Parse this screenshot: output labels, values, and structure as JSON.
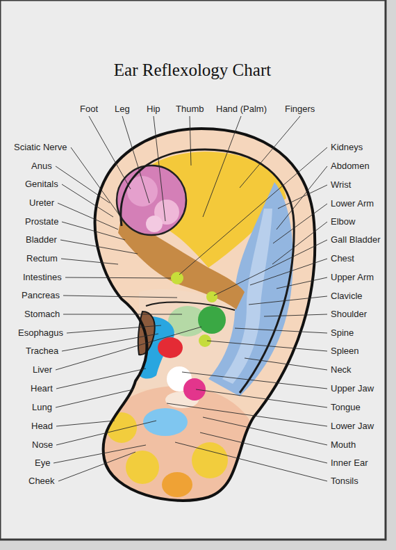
{
  "diagram": {
    "title": "Ear Reflexology Chart",
    "labels": [
      "Foot",
      "Leg",
      "Hip",
      "Thumb",
      "Hand (Palm)",
      "Fingers",
      "Sciatic Nerve",
      "Anus",
      "Genitals",
      "Ureter",
      "Prostate",
      "Bladder",
      "Rectum",
      "Intestines",
      "Pancreas",
      "Stomach",
      "Esophagus",
      "Trachea",
      "Liver",
      "Heart",
      "Lung",
      "Head",
      "Nose",
      "Eye",
      "Cheek",
      "Kidneys",
      "Abdomen",
      "Wrist",
      "Lower Arm",
      "Elbow",
      "Gall Bladder",
      "Chest",
      "Upper Arm",
      "Clavicle",
      "Shoulder",
      "Spine",
      "Spleen",
      "Neck",
      "Upper Jaw",
      "Tongue",
      "Lower Jaw",
      "Mouth",
      "Inner Ear",
      "Tonsils"
    ]
  }
}
